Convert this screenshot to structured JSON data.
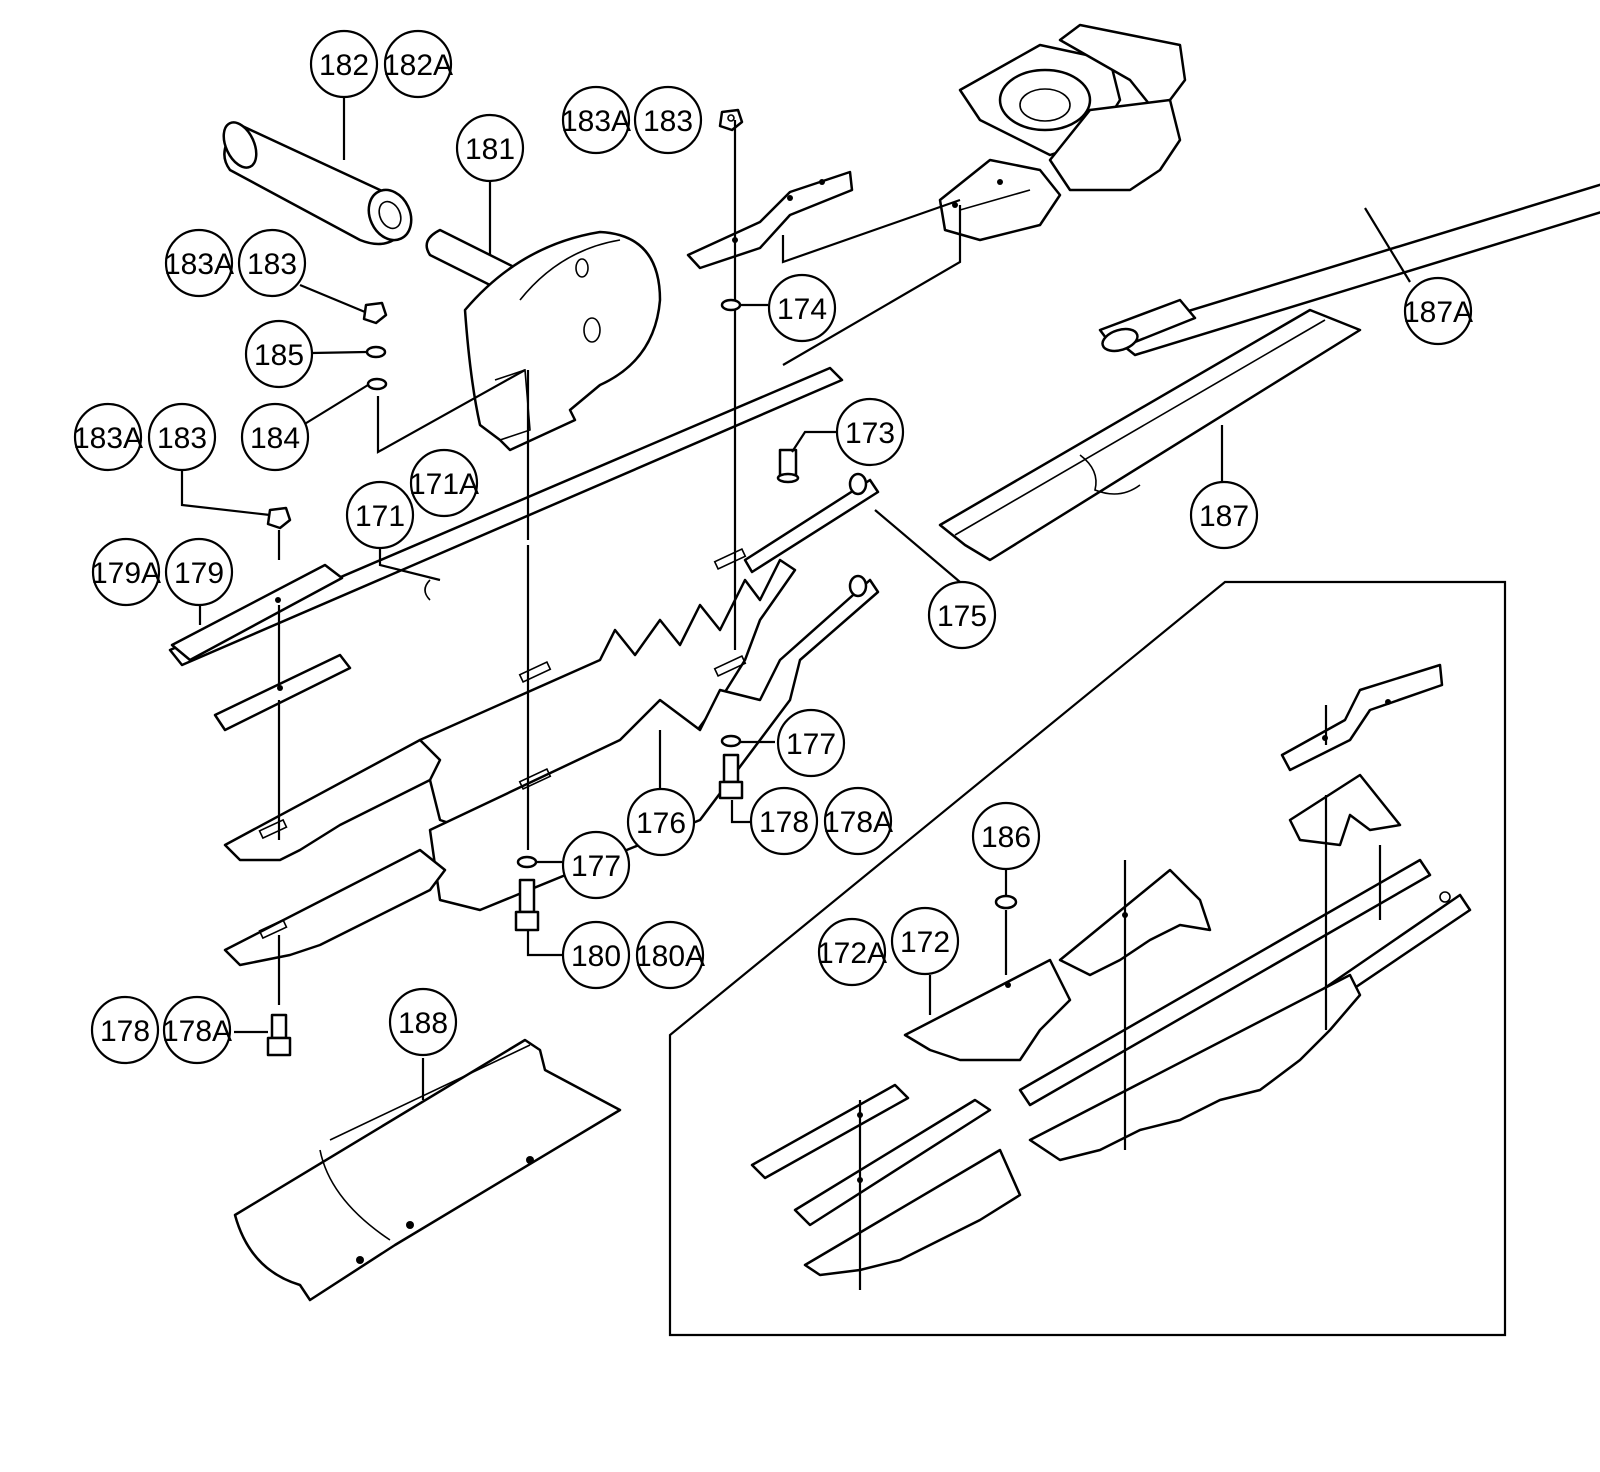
{
  "colors": {
    "ink": "#000000",
    "paper": "#ffffff"
  },
  "callouts": [
    {
      "id": "c182",
      "label": "182"
    },
    {
      "id": "c182a",
      "label": "182A"
    },
    {
      "id": "c181",
      "label": "181"
    },
    {
      "id": "c183a_top",
      "label": "183A"
    },
    {
      "id": "c183_top",
      "label": "183"
    },
    {
      "id": "c183a_mid",
      "label": "183A"
    },
    {
      "id": "c183_mid",
      "label": "183"
    },
    {
      "id": "c174",
      "label": "174"
    },
    {
      "id": "c185",
      "label": "185"
    },
    {
      "id": "c187a",
      "label": "187A"
    },
    {
      "id": "c184",
      "label": "184"
    },
    {
      "id": "c173",
      "label": "173"
    },
    {
      "id": "c183a_low",
      "label": "183A"
    },
    {
      "id": "c183_low",
      "label": "183"
    },
    {
      "id": "c171a",
      "label": "171A"
    },
    {
      "id": "c171",
      "label": "171"
    },
    {
      "id": "c187",
      "label": "187"
    },
    {
      "id": "c179a",
      "label": "179A"
    },
    {
      "id": "c179",
      "label": "179"
    },
    {
      "id": "c175",
      "label": "175"
    },
    {
      "id": "c177_right",
      "label": "177"
    },
    {
      "id": "c176",
      "label": "176"
    },
    {
      "id": "c178_right",
      "label": "178"
    },
    {
      "id": "c178a_right",
      "label": "178A"
    },
    {
      "id": "c186",
      "label": "186"
    },
    {
      "id": "c177_mid",
      "label": "177"
    },
    {
      "id": "c172a",
      "label": "172A"
    },
    {
      "id": "c172",
      "label": "172"
    },
    {
      "id": "c180",
      "label": "180"
    },
    {
      "id": "c180a",
      "label": "180A"
    },
    {
      "id": "c188",
      "label": "188"
    },
    {
      "id": "c178_left",
      "label": "178"
    },
    {
      "id": "c178a_left",
      "label": "178A"
    }
  ]
}
